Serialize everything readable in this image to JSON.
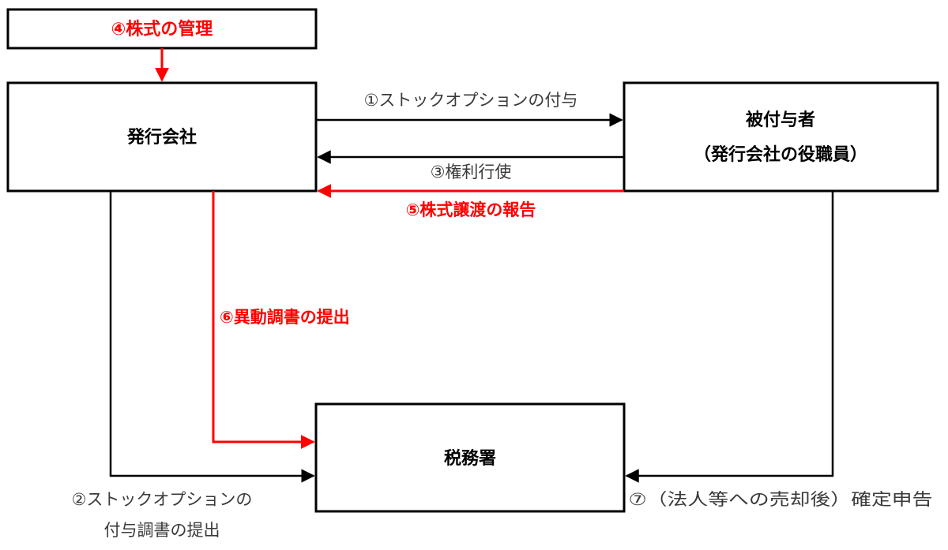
{
  "nodes": {
    "stock_management": {
      "label": "④株式の管理"
    },
    "issuer": {
      "label": "発行会社"
    },
    "grantee": {
      "label_line1": "被付与者",
      "label_line2": "（発行会社の役職員）"
    },
    "tax_office": {
      "label": "税務署"
    }
  },
  "edges": {
    "grant": {
      "label": "①ストックオプションの付与"
    },
    "grant_report": {
      "label_line1": "②ストックオプションの",
      "label_line2": "付与調書の提出"
    },
    "exercise": {
      "label": "③権利行使"
    },
    "transfer_report": {
      "label": "⑤株式譲渡の報告"
    },
    "change_report": {
      "label": "⑥異動調書の提出"
    },
    "tax_return": {
      "label": "⑦（法人等への売却後）確定申告"
    }
  },
  "colors": {
    "highlight": "#ff0000",
    "line": "#000000",
    "text": "#3a3a3a"
  }
}
